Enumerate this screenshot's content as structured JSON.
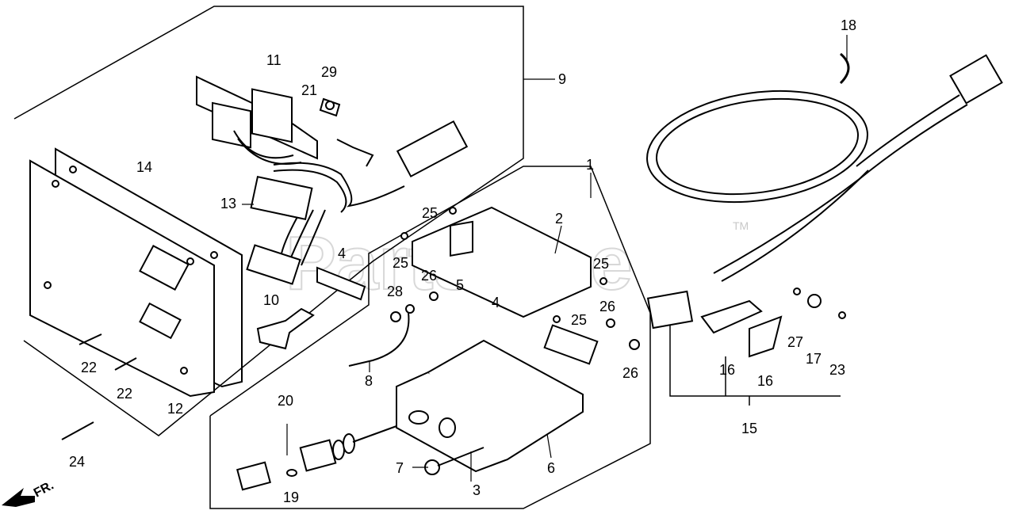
{
  "diagram": {
    "watermark": "PartsTree",
    "trademark": "TM",
    "direction_label": "FR.",
    "callouts": {
      "c1": "1",
      "c2": "2",
      "c3": "3",
      "c4a": "4",
      "c4b": "4",
      "c5": "5",
      "c6": "6",
      "c7": "7",
      "c8": "8",
      "c9": "9",
      "c10": "10",
      "c11": "11",
      "c12": "12",
      "c13": "13",
      "c14": "14",
      "c15": "15",
      "c16a": "16",
      "c16b": "16",
      "c17": "17",
      "c18": "18",
      "c19": "19",
      "c20": "20",
      "c21": "21",
      "c22a": "22",
      "c22b": "22",
      "c23": "23",
      "c24": "24",
      "c25a": "25",
      "c25b": "25",
      "c25c": "25",
      "c25d": "25",
      "c26a": "26",
      "c26b": "26",
      "c26c": "26",
      "c27": "27",
      "c28": "28",
      "c29": "29"
    }
  }
}
